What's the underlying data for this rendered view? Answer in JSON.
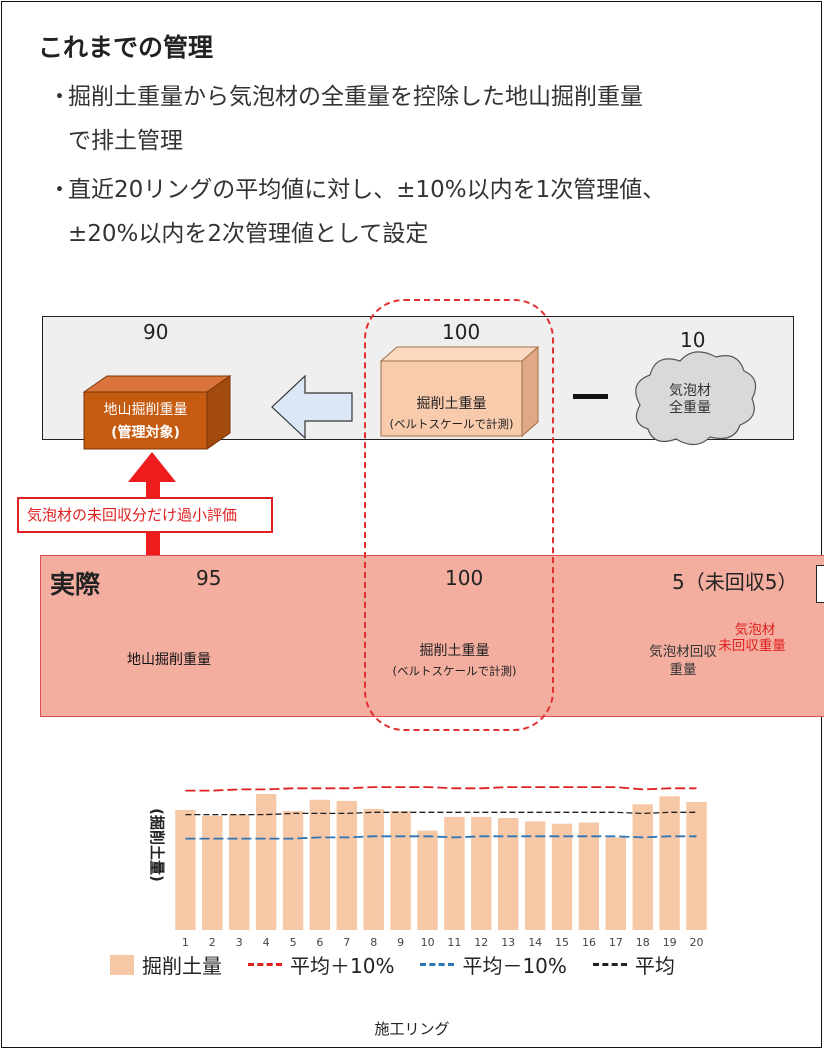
{
  "title": "これまでの管理",
  "bullets": {
    "b1_line1": "掘削土重量から気泡材の全重量を控除した地山掘削重量",
    "b1_line2": "で排土管理",
    "b2_line1": "直近20リングの平均値に対し、±10%以内を1次管理値、",
    "b2_line2": "±20%以内を2次管理値として設定",
    "dot": "・"
  },
  "top_panel": {
    "value_left": "90",
    "value_mid": "100",
    "value_right": "10",
    "left_box_label": "地山掘削重量",
    "left_box_sublabel": "(管理対象)",
    "mid_box_label": "掘削土重量",
    "mid_box_sublabel": "(ベルトスケールで計測)",
    "cloud_label_1": "気泡材",
    "cloud_label_2": "全重量"
  },
  "warning_label": "気泡材の未回収分だけ過小評価",
  "bottom_panel": {
    "heading": "実際",
    "value_left": "95",
    "value_mid": "100",
    "value_right": "5（未回収5）",
    "left_box_label": "地山掘削重量",
    "mid_box_label": "掘削土重量",
    "mid_box_sublabel": "(ベルトスケールで計測)",
    "cloud_red_1": "気泡材",
    "cloud_red_2": "未回収重量",
    "cloud_gray_1": "気泡材回収",
    "cloud_gray_2": "重量"
  },
  "colors": {
    "box_dark": "#c55a11",
    "box_light": "#f8cbad",
    "panel_red": "#f4aea0",
    "accent_red": "#e02020",
    "bar": "#f6c8a6",
    "line_plus": "#e02020",
    "line_minus": "#2e75b6",
    "line_avg": "#222222"
  },
  "chart_data": {
    "type": "bar",
    "categories": [
      "1",
      "2",
      "3",
      "4",
      "5",
      "6",
      "7",
      "8",
      "9",
      "10",
      "11",
      "12",
      "13",
      "14",
      "15",
      "16",
      "17",
      "18",
      "19",
      "20"
    ],
    "series": [
      {
        "name": "掘削土量",
        "type": "bar",
        "values": [
          105,
          100,
          101,
          119,
          104,
          114,
          113,
          106,
          104,
          87,
          99,
          99,
          98,
          95,
          93,
          94,
          81,
          110,
          117,
          112
        ]
      },
      {
        "name": "平均＋10%",
        "type": "line",
        "values": [
          122,
          122,
          123,
          123,
          124,
          124,
          124,
          125,
          125,
          125,
          124,
          124,
          125,
          125,
          125,
          125,
          125,
          123,
          124,
          124
        ]
      },
      {
        "name": "平均－10%",
        "type": "line",
        "values": [
          80,
          80,
          80,
          80,
          80,
          81,
          81,
          82,
          82,
          82,
          81,
          82,
          82,
          82,
          82,
          82,
          82,
          81,
          82,
          82
        ]
      },
      {
        "name": "平均",
        "type": "line",
        "values": [
          101,
          101,
          101,
          101,
          102,
          102,
          102,
          103,
          103,
          103,
          103,
          103,
          103,
          103,
          103,
          103,
          103,
          102,
          103,
          103
        ]
      }
    ],
    "ylabel": "(掘削土量)",
    "xlabel": "施工リング",
    "ylim": [
      0,
      140
    ],
    "grid": false,
    "legend": "bottom"
  }
}
